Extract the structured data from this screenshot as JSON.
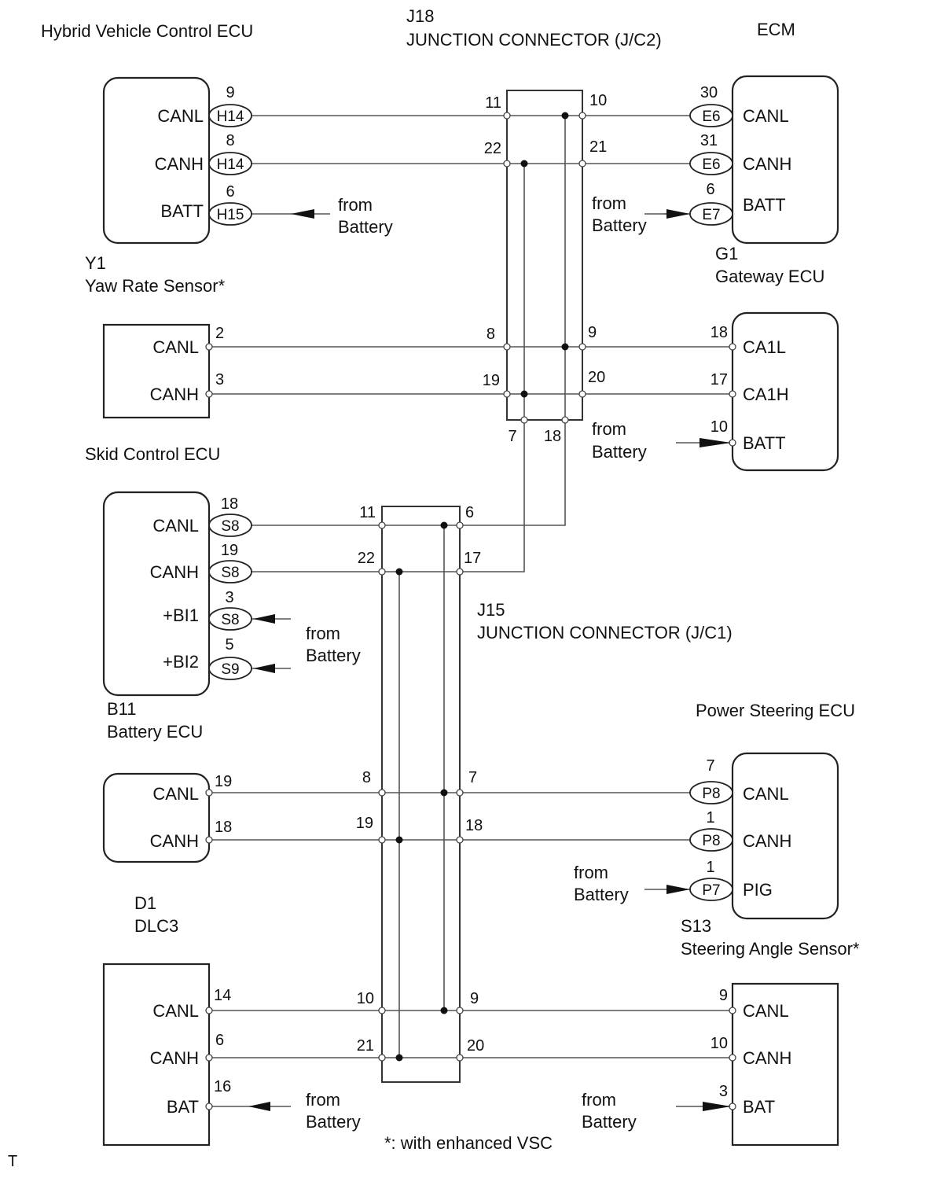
{
  "units": {
    "hv": {
      "title": "Hybrid Vehicle Control ECU",
      "pins": [
        "CANL",
        "CANH",
        "BATT"
      ],
      "pin_nums": [
        "9",
        "8",
        "6"
      ],
      "conns": [
        "H14",
        "H14",
        "H15"
      ]
    },
    "ecm": {
      "title": "ECM",
      "pins": [
        "CANL",
        "CANH",
        "BATT"
      ],
      "pin_nums": [
        "30",
        "31",
        "6"
      ],
      "conns": [
        "E6",
        "E6",
        "E7"
      ]
    },
    "yaw": {
      "code": "Y1",
      "title": "Yaw Rate Sensor*",
      "pins": [
        "CANL",
        "CANH"
      ],
      "pin_nums": [
        "2",
        "3"
      ]
    },
    "gw": {
      "code": "G1",
      "title": "Gateway ECU",
      "pins": [
        "CA1L",
        "CA1H",
        "BATT"
      ],
      "pin_nums": [
        "18",
        "17",
        "10"
      ]
    },
    "skid": {
      "title": "Skid Control ECU",
      "pins": [
        "CANL",
        "CANH",
        "+BI1",
        "+BI2"
      ],
      "pin_nums": [
        "18",
        "19",
        "3",
        "5"
      ],
      "conns": [
        "S8",
        "S8",
        "S8",
        "S9"
      ]
    },
    "batt_ecu": {
      "code": "B11",
      "title": "Battery ECU",
      "pins": [
        "CANL",
        "CANH"
      ],
      "pin_nums": [
        "19",
        "18"
      ]
    },
    "ps": {
      "title": "Power Steering ECU",
      "pins": [
        "CANL",
        "CANH",
        "PIG"
      ],
      "pin_nums": [
        "7",
        "1",
        "1"
      ],
      "conns": [
        "P8",
        "P8",
        "P7"
      ]
    },
    "dlc": {
      "code": "D1",
      "title": "DLC3",
      "pins": [
        "CANL",
        "CANH",
        "BAT"
      ],
      "pin_nums": [
        "14",
        "6",
        "16"
      ]
    },
    "steer": {
      "code": "S13",
      "title": "Steering Angle Sensor*",
      "pins": [
        "CANL",
        "CANH",
        "BAT"
      ],
      "pin_nums": [
        "9",
        "10",
        "3"
      ]
    }
  },
  "junctions": {
    "j18": {
      "code": "J18",
      "title": "JUNCTION CONNECTOR (J/C2)",
      "pins": [
        "11",
        "10",
        "22",
        "21",
        "8",
        "9",
        "19",
        "20",
        "7",
        "18"
      ]
    },
    "j15": {
      "code": "J15",
      "title": "JUNCTION CONNECTOR (J/C1)",
      "pins": [
        "11",
        "6",
        "22",
        "17",
        "8",
        "7",
        "19",
        "18",
        "10",
        "9",
        "21",
        "20"
      ]
    }
  },
  "from_battery": {
    "line1": "from",
    "line2": "Battery"
  },
  "footnote": "*: with enhanced VSC",
  "corner_mark": "T"
}
